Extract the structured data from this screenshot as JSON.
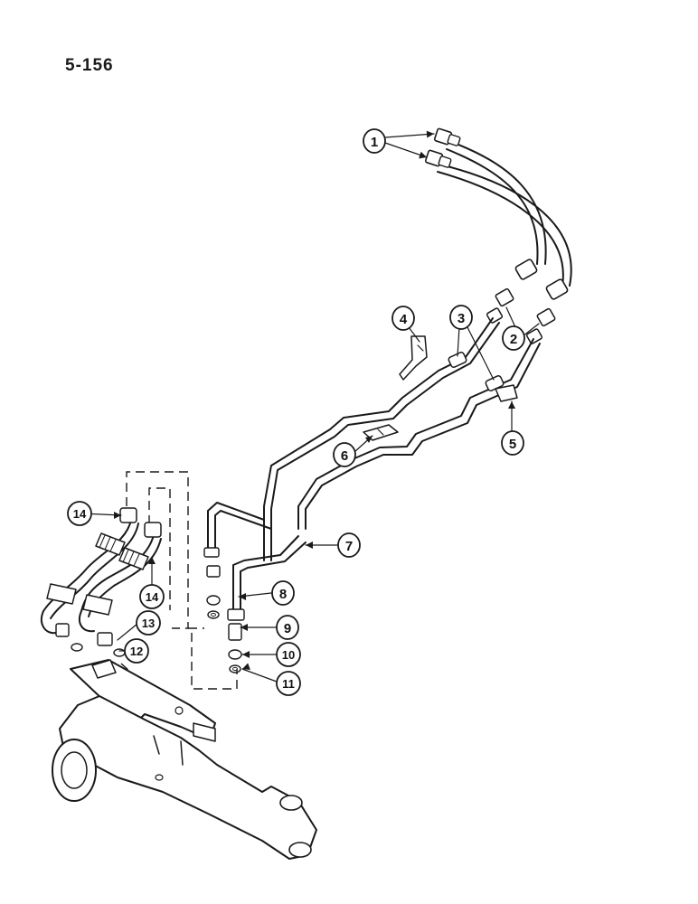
{
  "page": {
    "number": "5-156"
  },
  "callouts": [
    {
      "id": "1",
      "label": "1"
    },
    {
      "id": "2",
      "label": "2"
    },
    {
      "id": "3",
      "label": "3"
    },
    {
      "id": "4",
      "label": "4"
    },
    {
      "id": "5",
      "label": "5"
    },
    {
      "id": "6",
      "label": "6"
    },
    {
      "id": "7",
      "label": "7"
    },
    {
      "id": "8",
      "label": "8"
    },
    {
      "id": "9",
      "label": "9"
    },
    {
      "id": "10",
      "label": "10"
    },
    {
      "id": "11",
      "label": "11"
    },
    {
      "id": "12",
      "label": "12"
    },
    {
      "id": "13",
      "label": "13"
    },
    {
      "id": "14a",
      "label": "14"
    },
    {
      "id": "14b",
      "label": "14"
    }
  ]
}
